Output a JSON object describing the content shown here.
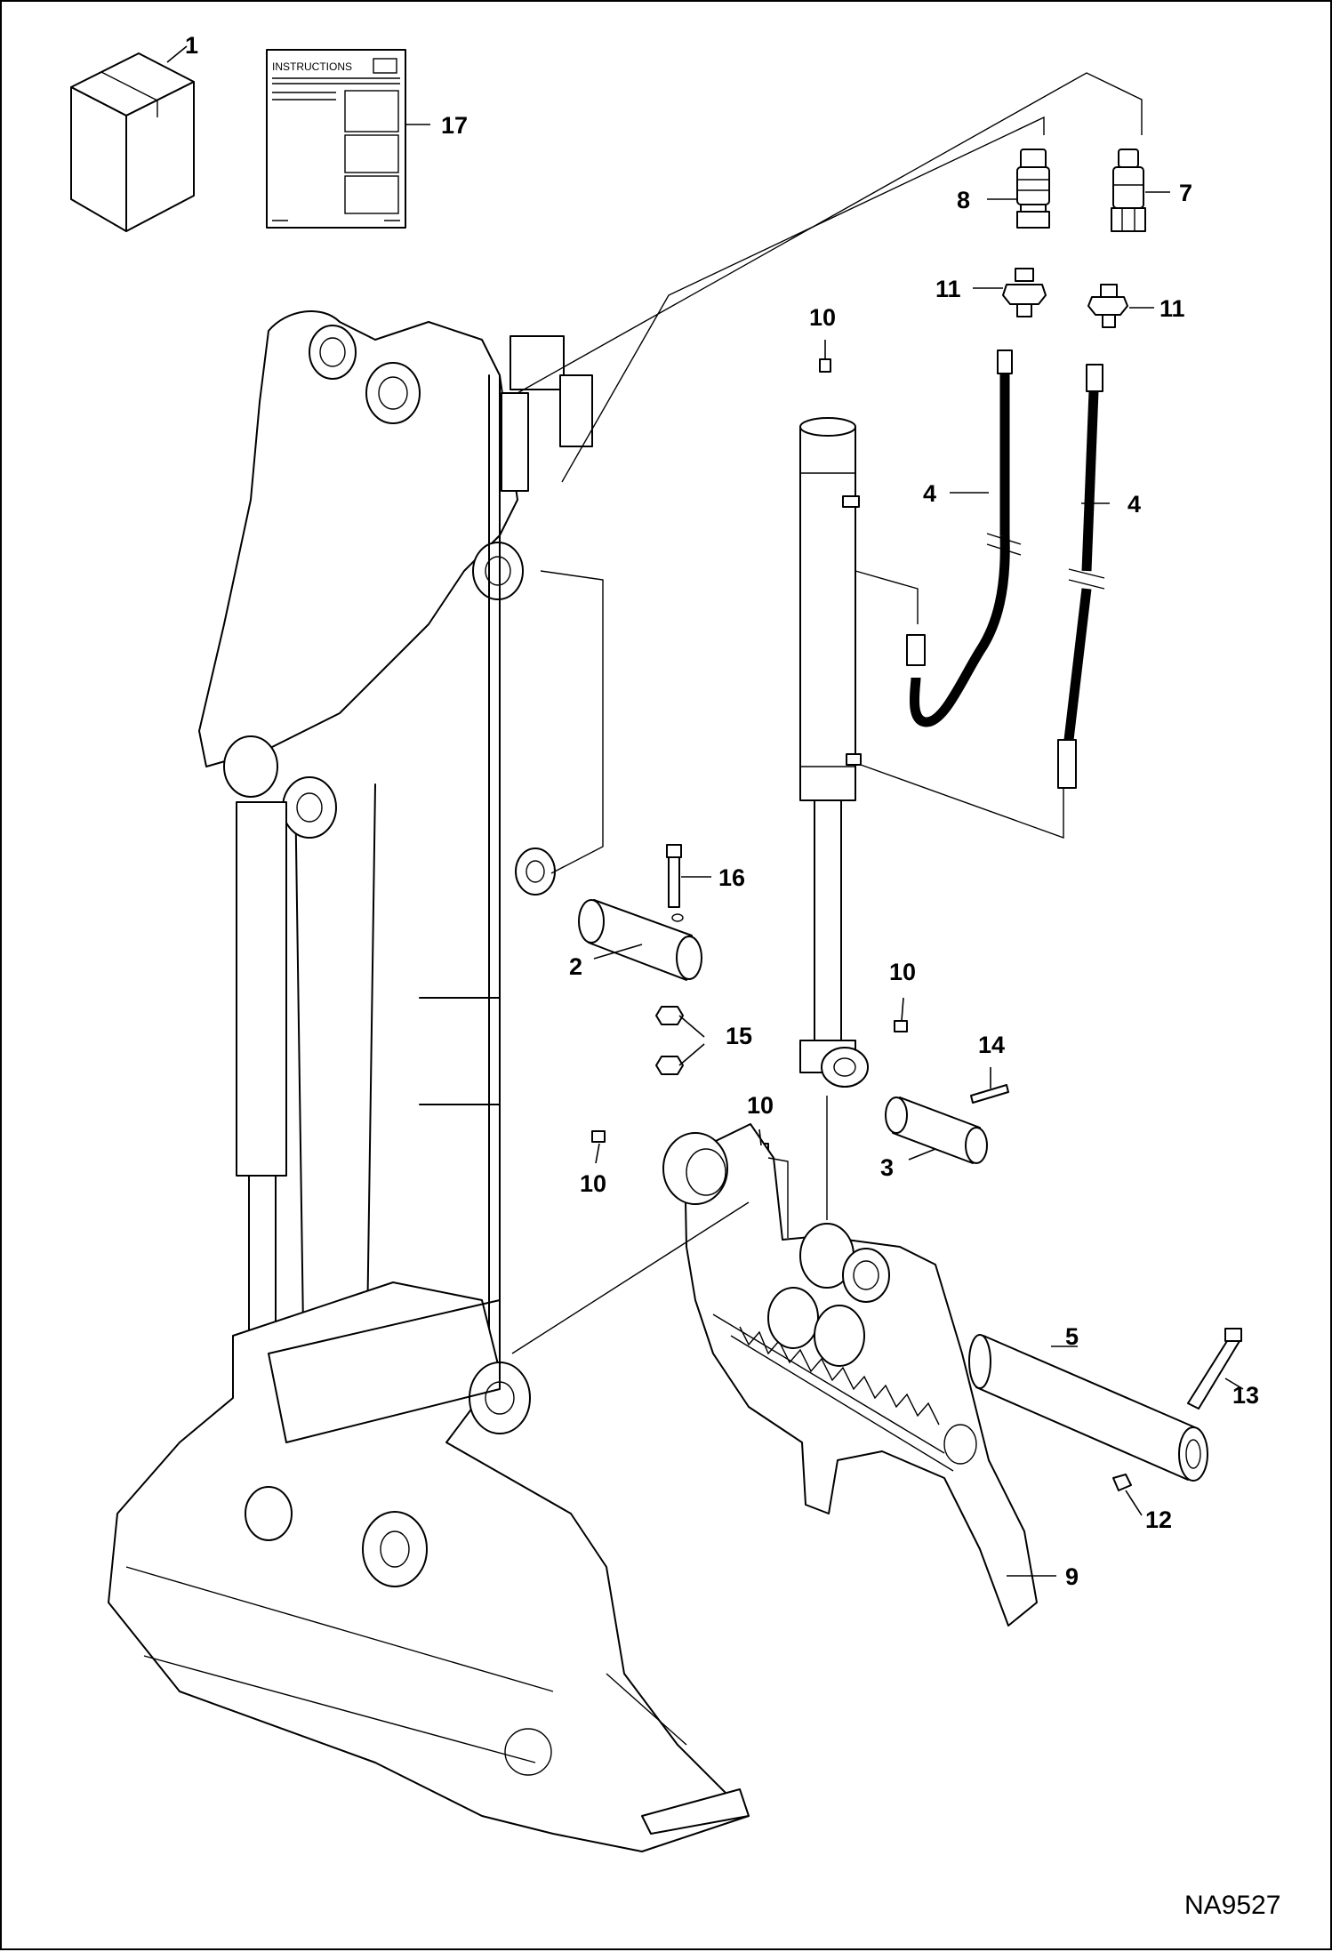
{
  "document": {
    "code": "NA9527",
    "instructions_label": "INSTRUCTIONS"
  },
  "callouts": {
    "c1": "1",
    "c17": "17",
    "c8": "8",
    "c7": "7",
    "c11a": "11",
    "c11b": "11",
    "c10a": "10",
    "c4a": "4",
    "c4b": "4",
    "c16": "16",
    "c2": "2",
    "c15": "15",
    "c10b": "10",
    "c14": "14",
    "c10c": "10",
    "c10d": "10",
    "c3": "3",
    "c5": "5",
    "c13": "13",
    "c12": "12",
    "c9": "9"
  }
}
